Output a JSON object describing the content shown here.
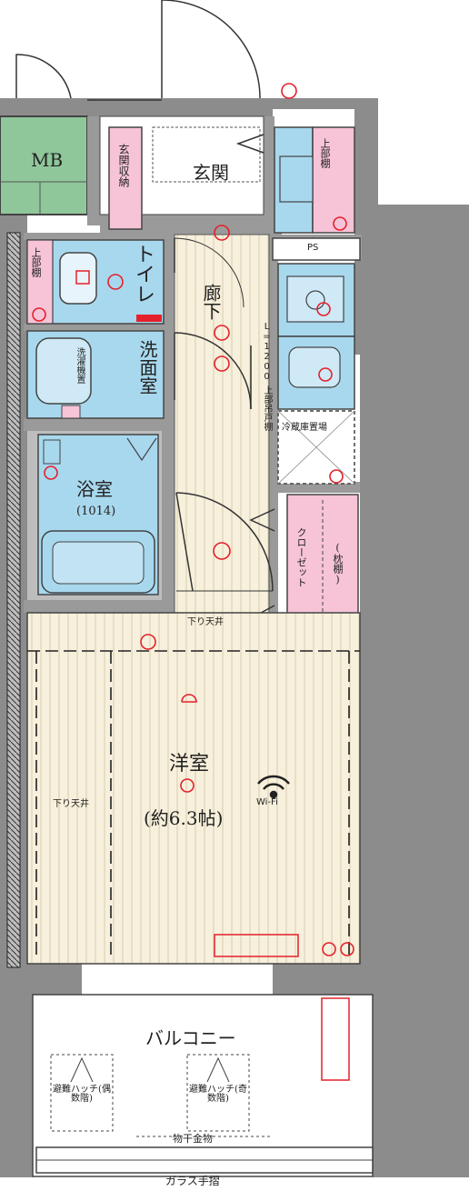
{
  "rooms": {
    "mb": "MB",
    "entrance": "玄関",
    "entrance_storage": "玄関収納",
    "toilet": "トイレ",
    "upper_cabinet_1": "上部棚",
    "upper_cabinet_2": "上部棚",
    "hallway": "廊下",
    "washroom": "洗面室",
    "washer_space": "洗濯機置",
    "bath": "浴室",
    "bath_size": "(1014)",
    "ps": "PS",
    "fridge": "冷蔵庫置場",
    "upper_shelf_dim": "L=1200",
    "upper_shelf": "上部吊戸棚",
    "closet": "クローゼット",
    "closet_shelf": "(枕棚)",
    "dropped_ceiling_1": "下り天井",
    "dropped_ceiling_2": "下り天井",
    "western_room": "洋室",
    "western_room_size": "(約6.3帖)",
    "wifi": "Wi-Fi",
    "balcony": "バルコニー",
    "escape_hatch_even": "避難ハッチ(偶数階)",
    "escape_hatch_odd": "避難ハッチ(奇数階)",
    "drying_hardware": "物干金物",
    "glass_railing": "ガラス手摺"
  },
  "colors": {
    "wall": "#8c8c8c",
    "floor": "#f7f0dc",
    "floor_line": "#d8cbb0",
    "wet_area": "#a8d8ee",
    "storage": "#f6c3d7",
    "mb": "#8fc79a",
    "electric": "#e4212b"
  }
}
